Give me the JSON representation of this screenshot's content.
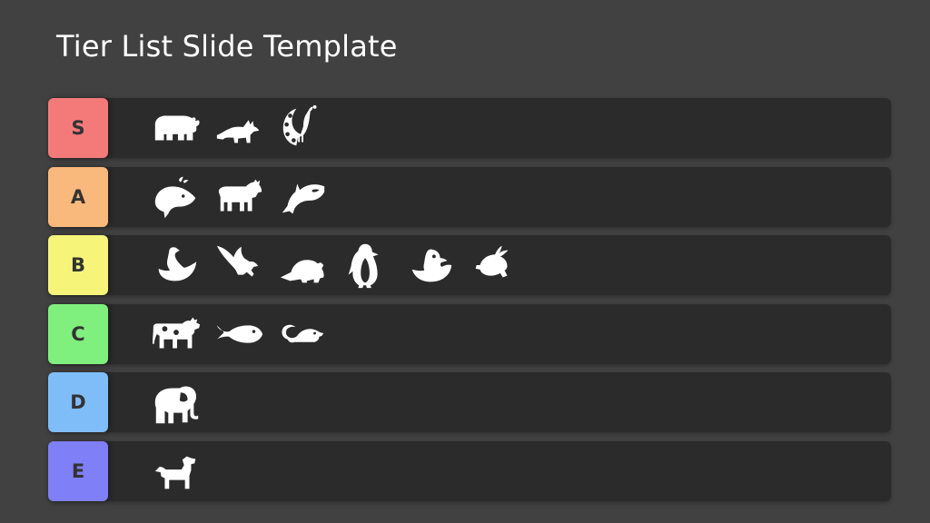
{
  "slide": {
    "title": "Tier List Slide Template"
  },
  "tiers": [
    {
      "label": "S",
      "color": "#f47a7a",
      "icons": [
        "bear-icon",
        "fox-icon",
        "peacock-icon"
      ]
    },
    {
      "label": "A",
      "color": "#f9b97c",
      "icons": [
        "whale-icon",
        "bull-icon",
        "orca-icon"
      ]
    },
    {
      "label": "B",
      "color": "#f6f57a",
      "icons": [
        "swan-icon",
        "eagle-icon",
        "beaver-icon",
        "penguin-icon",
        "duck-icon",
        "rabbit-icon"
      ]
    },
    {
      "label": "C",
      "color": "#7ff07e",
      "icons": [
        "cow-icon",
        "fish-icon",
        "mouse-icon"
      ]
    },
    {
      "label": "D",
      "color": "#7fbdf9",
      "icons": [
        "elephant-icon"
      ]
    },
    {
      "label": "E",
      "color": "#7f7ff7",
      "icons": [
        "dog-icon"
      ]
    }
  ]
}
